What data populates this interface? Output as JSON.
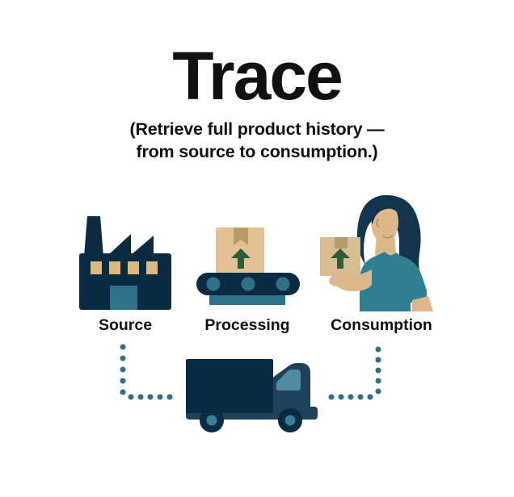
{
  "title": "Trace",
  "subtitle": {
    "line1": "(Retrieve full product history —",
    "line2": "from source to consumption.)"
  },
  "stages": [
    {
      "id": "source",
      "label": "Source",
      "icon": "factory-icon"
    },
    {
      "id": "processing",
      "label": "Processing",
      "icon": "conveyor-belt-icon"
    },
    {
      "id": "consumption",
      "label": "Consumption",
      "icon": "person-holding-box-icon"
    }
  ],
  "transport": {
    "icon": "delivery-truck-icon",
    "connector_style": "dotted"
  },
  "colors": {
    "navy": "#0b2b42",
    "navy_mid": "#1e4259",
    "teal": "#2e7189",
    "teal_shirt": "#2e7f91",
    "window_teal": "#4f8ba3",
    "tan": "#e2c294",
    "tan_dark": "#b59b66",
    "skin": "#dcb88a",
    "green": "#2f5d3a",
    "text": "#111111"
  }
}
